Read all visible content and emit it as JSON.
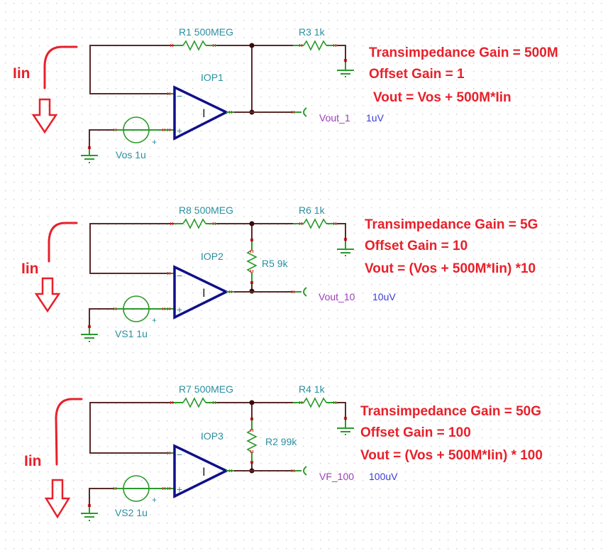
{
  "circuits": [
    {
      "current_label": "Iin",
      "feedback_resistor": "R1 500MEG",
      "load_resistor": "R3 1k",
      "gain_resistor": null,
      "opamp": "IOP1",
      "opamp_symbol": "I",
      "source": "Vos 1u",
      "output_net": "Vout_1",
      "output_value": "1uV",
      "notes": [
        "Transimpedance Gain = 500M",
        "Offset Gain = 1",
        "Vout = Vos + 500M*Iin"
      ]
    },
    {
      "current_label": "Iin",
      "feedback_resistor": "R8 500MEG",
      "load_resistor": "R6 1k",
      "gain_resistor": "R5 9k",
      "opamp": "IOP2",
      "opamp_symbol": "I",
      "source": "VS1 1u",
      "output_net": "Vout_10",
      "output_value": "10uV",
      "notes": [
        "Transimpedance Gain = 5G",
        "Offset Gain = 10",
        "Vout = (Vos + 500M*Iin) *10"
      ]
    },
    {
      "current_label": "Iin",
      "feedback_resistor": "R7 500MEG",
      "load_resistor": "R4 1k",
      "gain_resistor": "R2 99k",
      "opamp": "IOP3",
      "opamp_symbol": "I",
      "source": "VS2 1u",
      "output_net": "VF_100",
      "output_value": "100uV",
      "notes": [
        "Transimpedance Gain = 50G",
        "Offset Gain = 100",
        "Vout = (Vos + 500M*Iin) * 100"
      ]
    }
  ],
  "pin_symbols": {
    "minus": "−",
    "plus": "+"
  },
  "colors": {
    "annotation": "#e8202a",
    "component_label": "#2a8fa0",
    "net_label": "#9b3fb5",
    "value_label": "#3b3bd6",
    "opamp": "#10108a",
    "wire": "#5a2a2a",
    "component": "#2a9a2a"
  }
}
